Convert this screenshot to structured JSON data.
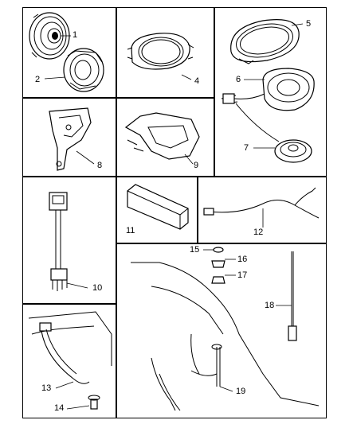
{
  "parts": [
    {
      "id": "part-1",
      "label": "1"
    },
    {
      "id": "part-2",
      "label": "2"
    },
    {
      "id": "part-3",
      "label": ""
    },
    {
      "id": "part-4",
      "label": "4"
    },
    {
      "id": "part-5",
      "label": "5"
    },
    {
      "id": "part-6",
      "label": "6"
    },
    {
      "id": "part-7",
      "label": "7"
    },
    {
      "id": "part-8",
      "label": "8"
    },
    {
      "id": "part-9",
      "label": "9"
    },
    {
      "id": "part-10",
      "label": "10"
    },
    {
      "id": "part-11",
      "label": "11"
    },
    {
      "id": "part-12",
      "label": "12"
    },
    {
      "id": "part-13",
      "label": "13"
    },
    {
      "id": "part-14",
      "label": "14"
    },
    {
      "id": "part-15",
      "label": "15"
    },
    {
      "id": "part-16",
      "label": "16"
    },
    {
      "id": "part-17",
      "label": "17"
    },
    {
      "id": "part-18",
      "label": "18"
    },
    {
      "id": "part-19",
      "label": "19"
    }
  ]
}
